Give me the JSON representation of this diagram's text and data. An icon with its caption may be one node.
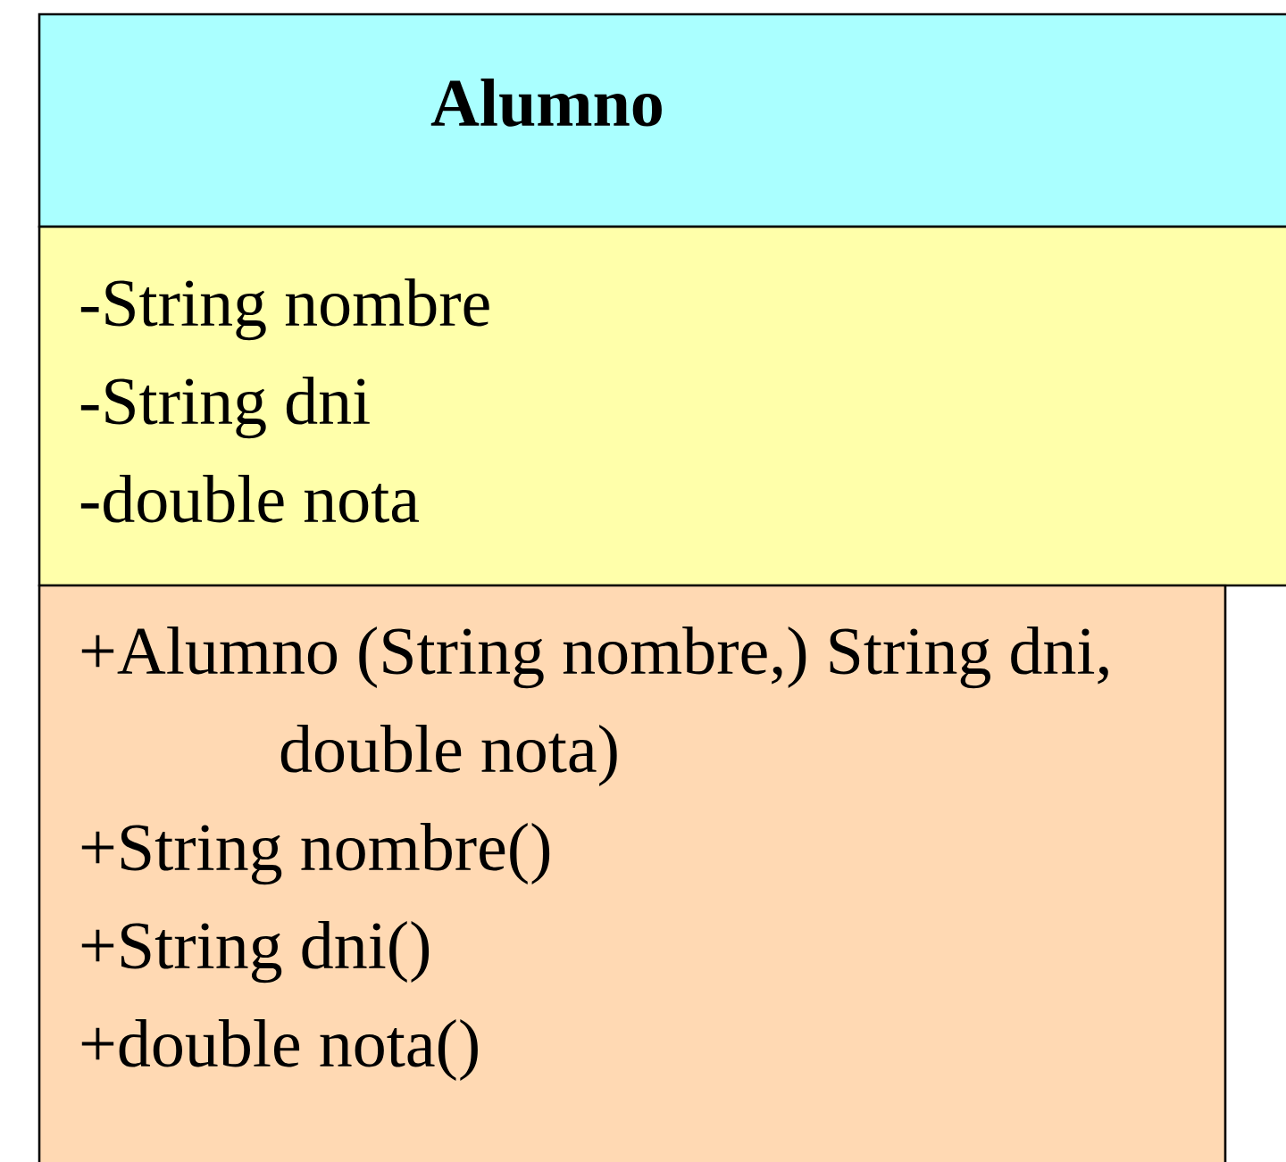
{
  "diagram": {
    "nodes": [
      {
        "text": [
          "Alumno"
        ]
      },
      {
        "text": [
          "-String nombre",
          "-String dni",
          "-double nota"
        ]
      },
      {
        "text": [
          "+Alumno (String nombre,) String dni, double nota)",
          "+String nombre()",
          "+String dni()",
          "+double nota()"
        ]
      }
    ]
  }
}
